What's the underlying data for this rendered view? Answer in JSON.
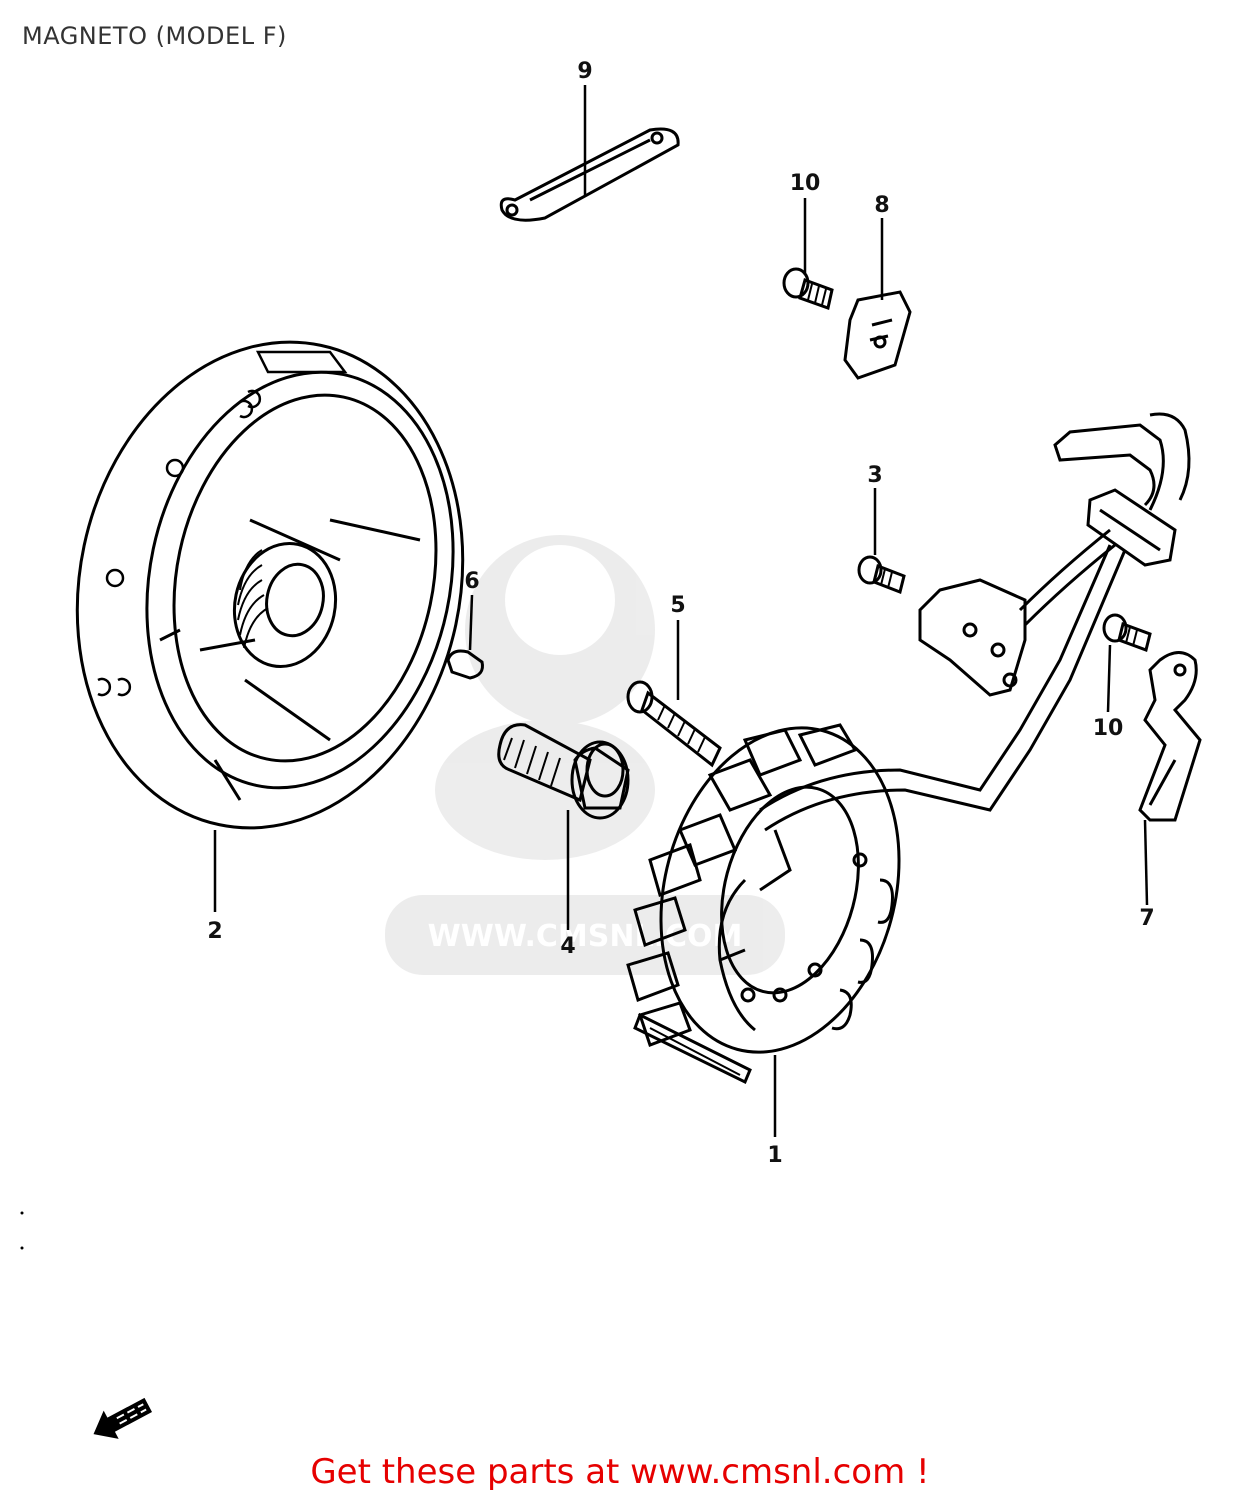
{
  "diagram": {
    "title": "MAGNETO (MODEL F)",
    "callouts": [
      "9",
      "10",
      "8",
      "3",
      "6",
      "5",
      "10",
      "2",
      "4",
      "1",
      "7"
    ],
    "watermark": "WWW.CMSNL.COM"
  },
  "footer": {
    "text": "Get these parts at www.cmsnl.com !",
    "color": "#e60000"
  },
  "icons": {
    "front_arrow": "front-direction-arrow-icon"
  }
}
